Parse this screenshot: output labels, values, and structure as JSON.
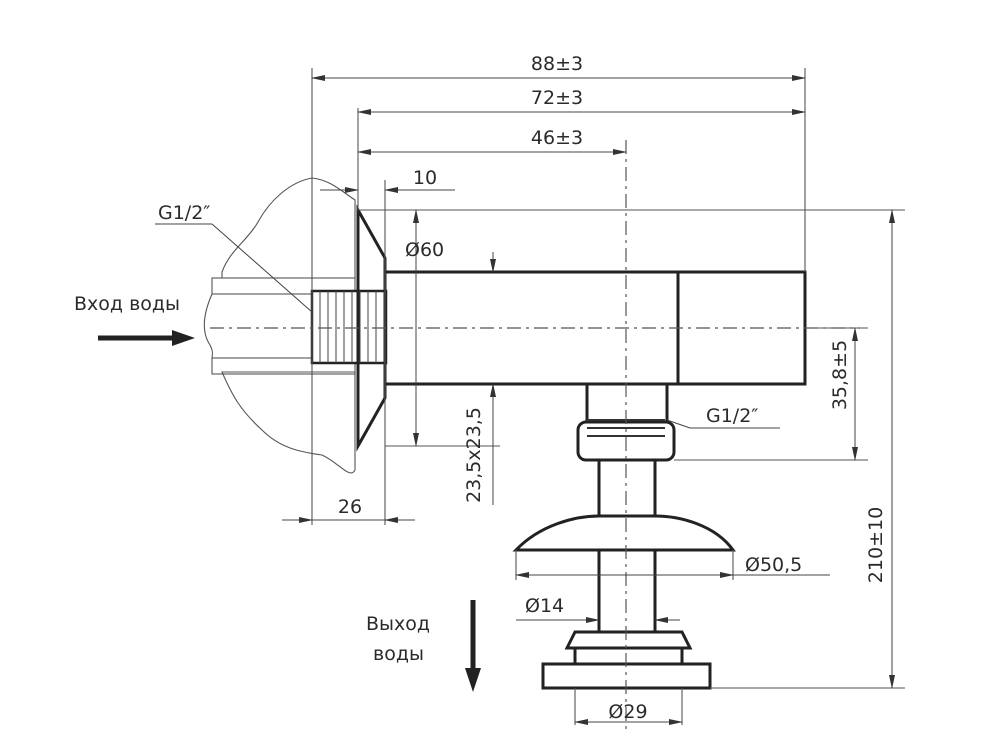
{
  "drawing": {
    "title": "Angle valve installation dimensions",
    "dimensions": {
      "overall_length": "88±3",
      "length_from_flange": "72±3",
      "axis_offset": "46±3",
      "flange_depth": "10",
      "flange_diameter": "Ø60",
      "inlet_thread": "G1/2″",
      "outlet_thread": "G1/2″",
      "body_section": "23,5x23,5",
      "outlet_offset": "35,8±5",
      "overall_height": "210±10",
      "wall_depth": "26",
      "cap_diameter": "Ø50,5",
      "stem_diameter": "Ø14",
      "base_diameter": "Ø29"
    },
    "labels": {
      "inlet": "Вход воды",
      "outlet_line1": "Выход",
      "outlet_line2": "воды"
    },
    "colors": {
      "line": "#222222",
      "text": "#2b2b2b"
    }
  }
}
